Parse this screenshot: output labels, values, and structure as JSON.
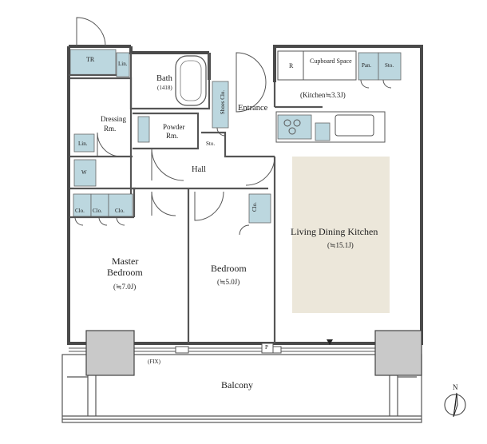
{
  "colors": {
    "wall": "#4a4a4a",
    "storage_fill": "#bcd7df",
    "living_area_fill": "#ece7da",
    "balcony_fill": "#ffffff",
    "outdoor_unit_fill": "#c9c9c9"
  },
  "rooms": {
    "tr": "TR",
    "lin_top": "Lin.",
    "bath": "Bath",
    "bath_size": "(1418)",
    "refrigerator": "R",
    "cupboard_space": "Cupboard Space",
    "pantry": "Pan.",
    "storage_top": "Sto.",
    "kitchen": "(Kitchen≒3.3J)",
    "shoes_closet": "Shoes Clo.",
    "entrance": "Entrance",
    "dressing": "Dressing",
    "dressing_rm": "Rm.",
    "powder": "Powder",
    "powder_rm": "Rm.",
    "lin_mid": "Lin.",
    "storage_mid": "Sto.",
    "washer": "W",
    "hall": "Hall",
    "closets": [
      "Clo.",
      "Clo.",
      "Clo."
    ],
    "bedroom_closet": "Clo.",
    "living_dining_kitchen": "Living Dining Kitchen",
    "ldk_size": "(≒15.1J)",
    "master_bedroom_line1": "Master",
    "master_bedroom_line2": "Bedroom",
    "master_size": "(≒7.0J)",
    "bedroom": "Bedroom",
    "bedroom_size": "(≒5.0J)",
    "fix_window": "(FIX)",
    "pipe_space": "P",
    "balcony": "Balcony"
  },
  "compass": {
    "north_label": "N"
  }
}
